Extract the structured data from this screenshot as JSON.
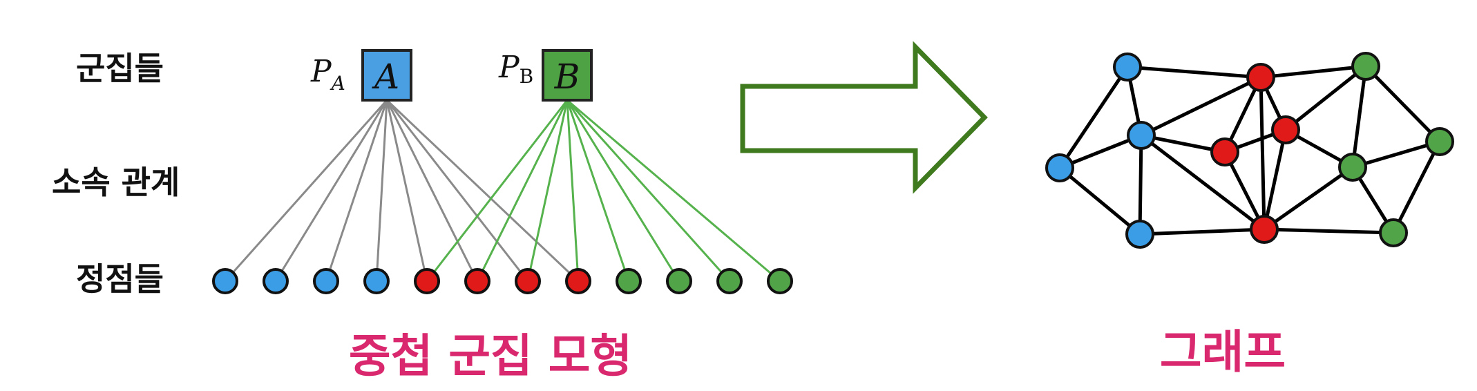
{
  "labels": {
    "communities": "군집들",
    "affiliations": "소속 관계",
    "vertices": "정점들"
  },
  "captions": {
    "model": "중첩 군집 모형",
    "graph": "그래프"
  },
  "communities": [
    {
      "letter": "A",
      "p_symbol": "P",
      "p_subscript": "A",
      "color": "#4a9fe3",
      "stroke": "#222222"
    },
    {
      "letter": "B",
      "p_symbol": "P",
      "p_subscript": "B",
      "color": "#4ea244",
      "stroke": "#222222"
    }
  ],
  "vertex_colors": [
    "#3b9de6",
    "#3b9de6",
    "#3b9de6",
    "#3b9de6",
    "#e01919",
    "#e01919",
    "#e01919",
    "#e01919",
    "#52a448",
    "#52a448",
    "#52a448",
    "#52a448"
  ],
  "colors": {
    "edge_a": "#8a8a8a",
    "edge_b": "#55b24c",
    "arrow": "#3f7a1e",
    "caption": "#d9286d",
    "graph_edge": "#000000",
    "node_blue": "#3b9de6",
    "node_red": "#e01919",
    "node_green": "#52a448"
  },
  "graph": {
    "nodes": [
      "blue",
      "blue",
      "blue",
      "blue",
      "red",
      "red",
      "red",
      "red",
      "green",
      "green",
      "green",
      "green",
      "green"
    ]
  }
}
